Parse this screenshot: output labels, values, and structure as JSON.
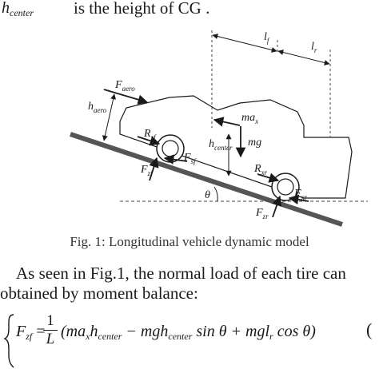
{
  "intro_line": {
    "variable": "h",
    "variable_sub": "center",
    "text": "is the height of CG ."
  },
  "figure": {
    "caption": "Fig. 1: Longitudinal vehicle dynamic model",
    "labels": {
      "f_aero": "F",
      "f_aero_sub": "aero",
      "h_aero": "h",
      "h_aero_sub": "aero",
      "r_front": "R",
      "r_front_sub": "sf",
      "f_zf": "F",
      "f_zf_sub": "zf",
      "f_sf": "F",
      "f_sf_sub": "sf",
      "m_ax": "ma",
      "m_ax_sub": "x",
      "mg": "mg",
      "h_center": "h",
      "h_center_sub": "center",
      "l_f": "l",
      "l_f_sub": "f",
      "l_r": "l",
      "l_r_sub": "r",
      "r_rear": "R",
      "r_rear_sub": "xr",
      "f_xr": "F",
      "f_xr_sub": "xr",
      "f_zr": "F",
      "f_zr_sub": "zr",
      "theta": "θ"
    }
  },
  "paragraph": {
    "line1": "As seen in Fig.1, the normal load of each tire can",
    "line2": "obtained by moment balance:"
  },
  "equation": {
    "lhs": "F",
    "lhs_sub": "zf",
    "equals": " =",
    "frac_num": "1",
    "frac_den": "L",
    "rhs_a": "(ma",
    "rhs_a_sub": "x",
    "rhs_b": "h",
    "rhs_b_sub": "center",
    "rhs_c": " − mgh",
    "rhs_c_sub": "center",
    "rhs_d": " sin θ + mgl",
    "rhs_d_sub": "r",
    "rhs_e": " cos θ)",
    "right_paren": "("
  }
}
